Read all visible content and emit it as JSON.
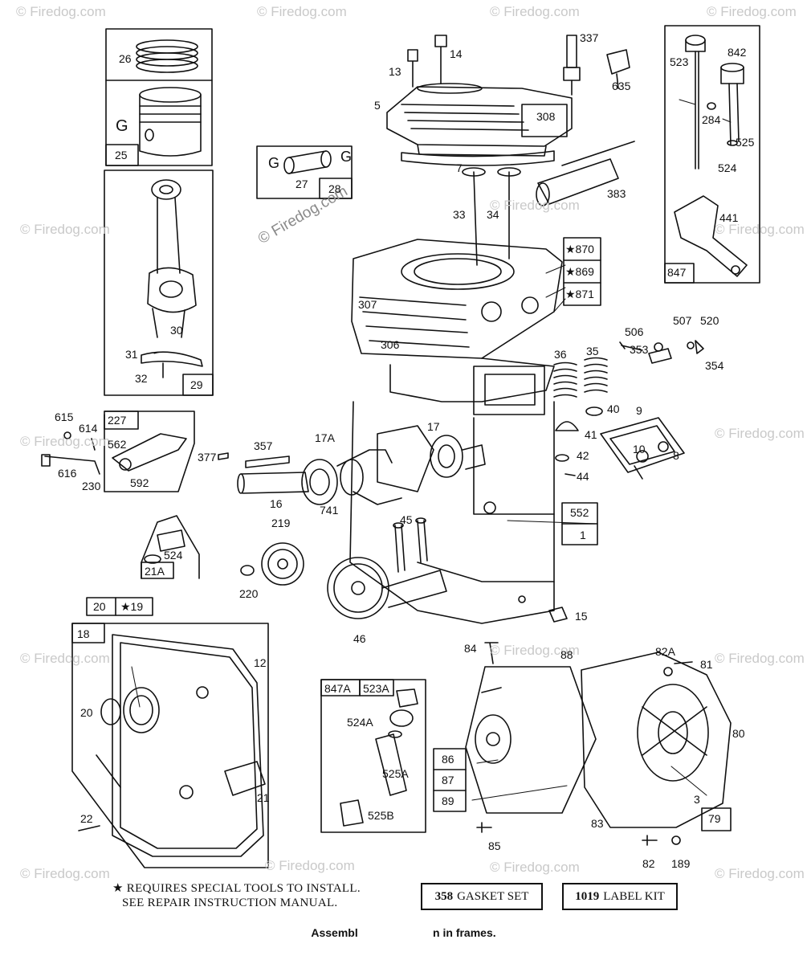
{
  "watermark": {
    "text": "© Firedog.com",
    "feature": "© Firedog.com"
  },
  "notes": {
    "star_line_1": "★ REQUIRES SPECIAL TOOLS TO INSTALL.",
    "star_line_2": "SEE REPAIR INSTRUCTION MANUAL."
  },
  "kits": {
    "gasket_number": "358",
    "gasket_label": "GASKET SET",
    "label_number": "1019",
    "label_label": "LABEL KIT"
  },
  "footer": "Assembl                        n in frames.",
  "callouts": {
    "c26": "26",
    "c25": "25",
    "cG1": "G",
    "c27": "27",
    "cG2": "G",
    "cG3": "G",
    "c28": "28",
    "c30": "30",
    "c31": "31",
    "c32": "32",
    "c29": "29",
    "c13": "13",
    "c14": "14",
    "c5": "5",
    "c308": "308",
    "c7": "7",
    "c33": "33",
    "c34": "34",
    "c337": "337",
    "c635": "635",
    "c383": "383",
    "c523": "523",
    "c842": "842",
    "c284": "284",
    "c525": "525",
    "c524": "524",
    "c441": "441",
    "c847": "847",
    "c870": "★870",
    "c869": "★869",
    "c871": "★871",
    "c307": "307",
    "c306": "306",
    "c36": "36",
    "c35": "35",
    "c506": "506",
    "c507": "507",
    "c520": "520",
    "c353": "353",
    "c354": "354",
    "c40": "40",
    "c9": "9",
    "c41": "41",
    "c42": "42",
    "c44": "44",
    "c10": "10",
    "c8": "8",
    "c615": "615",
    "c614": "614",
    "c227": "227",
    "c562": "562",
    "c616": "616",
    "c230": "230",
    "c592": "592",
    "c377": "377",
    "c357": "357",
    "c17A": "17A",
    "c17": "17",
    "c16": "16",
    "c741": "741",
    "c552": "552",
    "c1": "1",
    "c45": "45",
    "c219": "219",
    "c220": "220",
    "c524b": "524",
    "c21A": "21A",
    "c46": "46",
    "c15": "15",
    "c20": "20",
    "c19": "★19",
    "c18": "18",
    "c12": "12",
    "c20b": "20",
    "c21": "21",
    "c22": "22",
    "c847A": "847A",
    "c523A": "523A",
    "c524A": "524A",
    "c525A": "525A",
    "c525B": "525B",
    "c84": "84",
    "c88": "88",
    "c82A": "82A",
    "c81": "81",
    "c80": "80",
    "c86": "86",
    "c87": "87",
    "c89": "89",
    "c83": "83",
    "c3": "3",
    "c79": "79",
    "c85": "85",
    "c82": "82",
    "c189": "189"
  }
}
